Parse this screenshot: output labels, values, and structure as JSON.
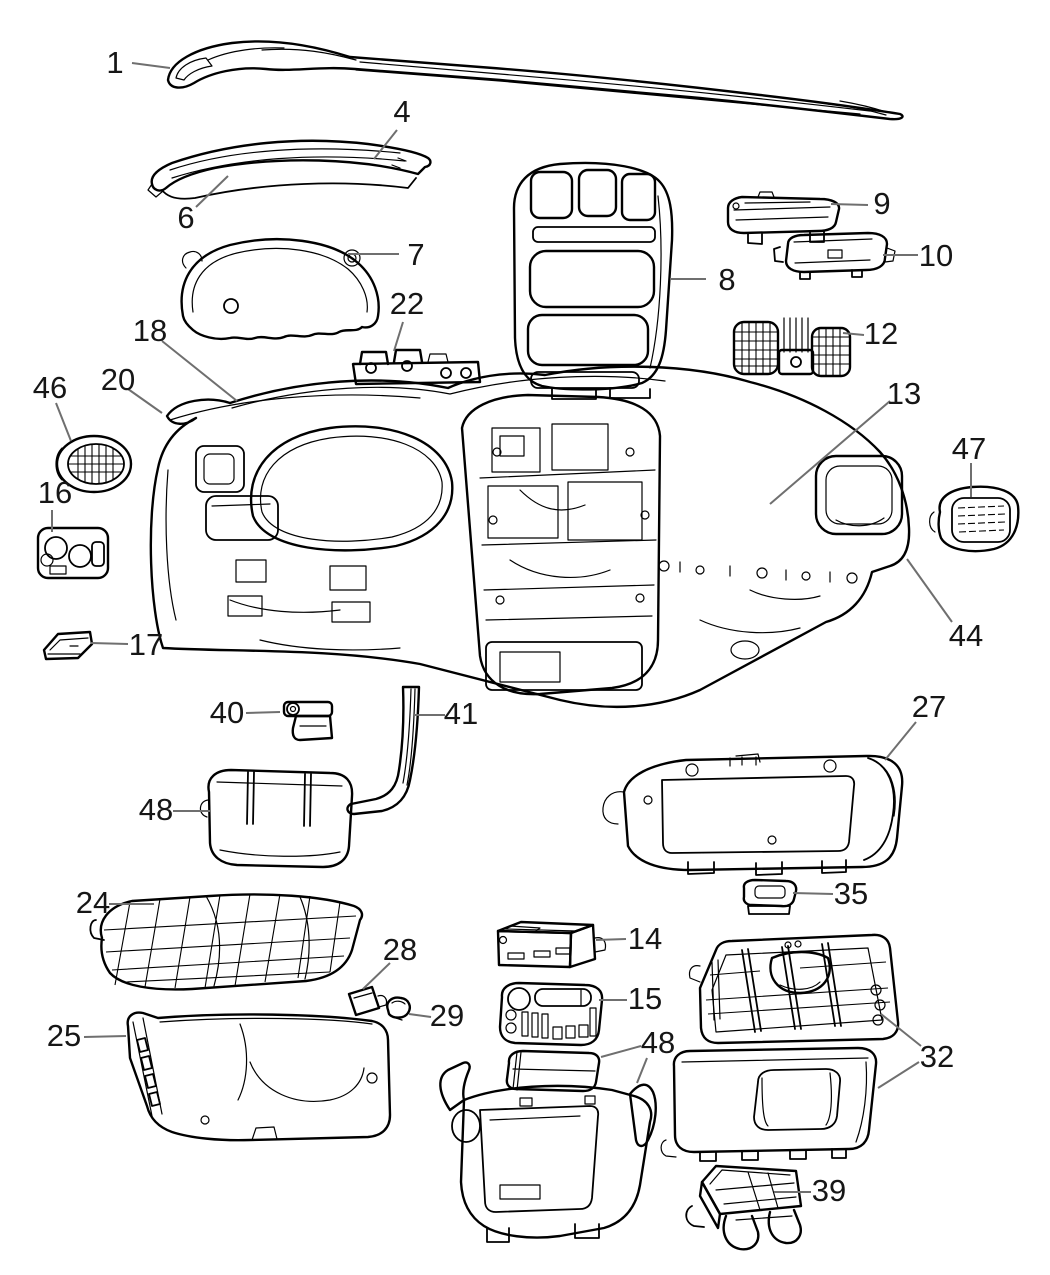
{
  "diagram": {
    "background_color": "#ffffff",
    "line_color": "#000000",
    "label_color": "#161616",
    "callouts": [
      {
        "label": "1"
      },
      {
        "label": "4"
      },
      {
        "label": "6"
      },
      {
        "label": "7"
      },
      {
        "label": "22"
      },
      {
        "label": "8"
      },
      {
        "label": "9"
      },
      {
        "label": "10"
      },
      {
        "label": "12"
      },
      {
        "label": "18"
      },
      {
        "label": "20"
      },
      {
        "label": "46"
      },
      {
        "label": "16"
      },
      {
        "label": "17"
      },
      {
        "label": "13"
      },
      {
        "label": "47"
      },
      {
        "label": "44"
      },
      {
        "label": "40"
      },
      {
        "label": "41"
      },
      {
        "label": "48"
      },
      {
        "label": "27"
      },
      {
        "label": "35"
      },
      {
        "label": "24"
      },
      {
        "label": "28"
      },
      {
        "label": "29"
      },
      {
        "label": "14"
      },
      {
        "label": "15"
      },
      {
        "label": "25"
      },
      {
        "label": "48"
      },
      {
        "label": "32"
      },
      {
        "label": "39"
      }
    ]
  }
}
